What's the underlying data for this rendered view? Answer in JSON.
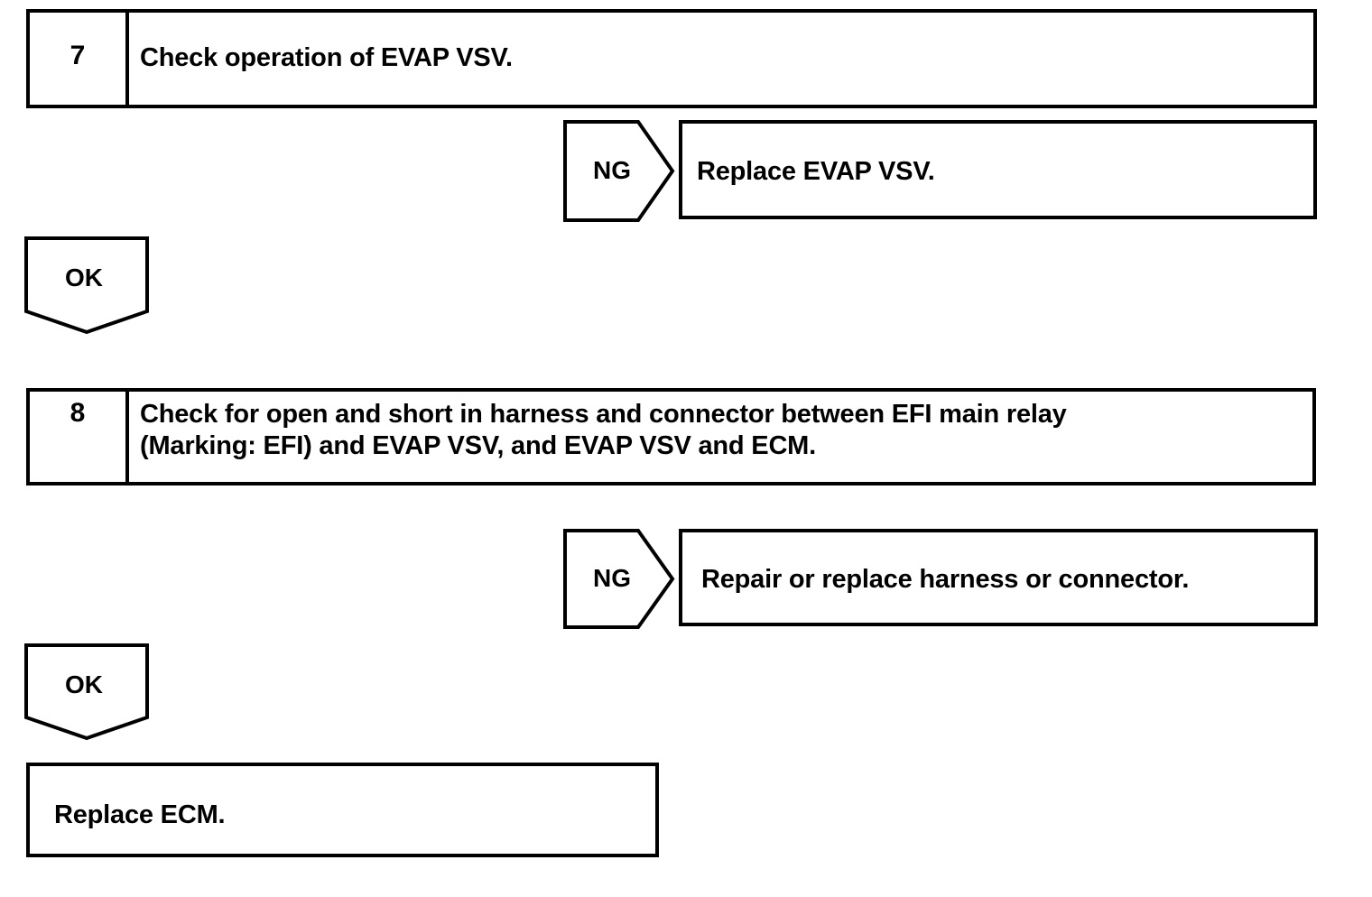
{
  "document": {
    "type": "diagnostic-troubleshooting-flowchart",
    "subject": "EVAP VSV circuit diagnosis"
  },
  "steps": [
    {
      "number": "7",
      "text": "Check operation of EVAP VSV.",
      "ng": {
        "label": "NG",
        "action": "Replace EVAP VSV."
      },
      "ok": {
        "label": "OK"
      }
    },
    {
      "number": "8",
      "text": "Check for open and short in harness and connector between EFI main relay\n(Marking: EFI) and EVAP VSV, and EVAP VSV and ECM.",
      "ng": {
        "label": "NG",
        "action": "Repair or replace harness or connector."
      },
      "ok": {
        "label": "OK"
      }
    }
  ],
  "final": {
    "text": "Replace ECM."
  },
  "colors": {
    "stroke": "#000000",
    "fill": "#ffffff",
    "text": "#000000"
  }
}
